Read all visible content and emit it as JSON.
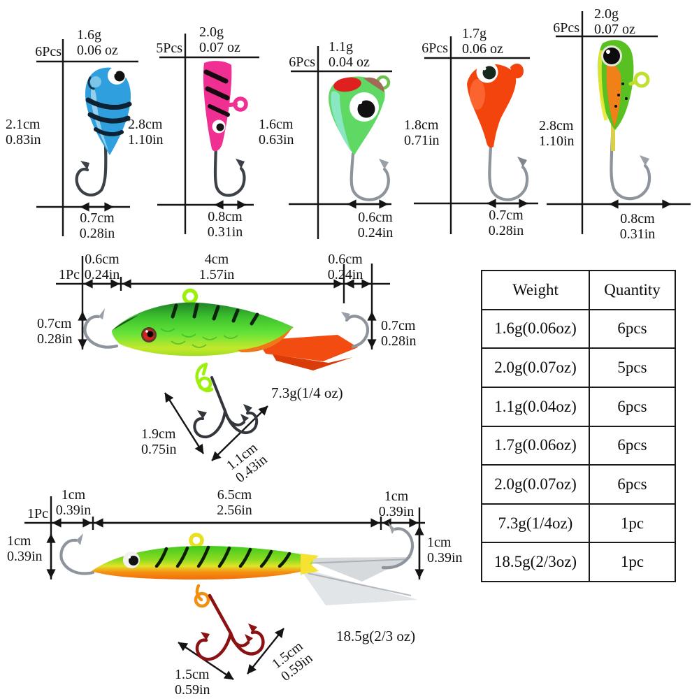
{
  "colors": {
    "line": "#141414",
    "jig1_body": "#2f9fdd",
    "jig2_body": "#ef2f91",
    "jig3_body": "#5fd963",
    "jig4_body": "#f4440e",
    "jig5_body": "#58c020",
    "tail_fin_orange": "#f34c10",
    "treble_red": "#8a1212"
  },
  "jigs": [
    {
      "pcs": "6Pcs",
      "weight_g": "1.6g",
      "weight_oz": "0.06 oz",
      "height_left_cm": "2.1cm",
      "height_left_in": "0.83in",
      "height_right_cm": "2.8cm",
      "height_right_in": "1.10in",
      "width_cm": "0.7cm",
      "width_in": "0.28in"
    },
    {
      "pcs": "5Pcs",
      "weight_g": "2.0g",
      "weight_oz": "0.07 oz",
      "height_right_cm": "1.6cm",
      "height_right_in": "0.63in",
      "width_cm": "0.8cm",
      "width_in": "0.31in"
    },
    {
      "pcs": "6Pcs",
      "weight_g": "1.1g",
      "weight_oz": "0.04 oz",
      "height_right_cm": "1.8cm",
      "height_right_in": "0.71in",
      "width_cm": "0.6cm",
      "width_in": "0.24in"
    },
    {
      "pcs": "6Pcs",
      "weight_g": "1.7g",
      "weight_oz": "0.06 oz",
      "height_right_cm": "2.8cm",
      "height_right_in": "1.10in",
      "width_cm": "0.7cm",
      "width_in": "0.28in"
    },
    {
      "pcs": "6Pcs",
      "weight_g": "2.0g",
      "weight_oz": "0.07 oz",
      "width_cm": "0.8cm",
      "width_in": "0.31in"
    }
  ],
  "middle_lure": {
    "pieces": "1Pc",
    "front_width_cm": "0.6cm",
    "front_width_in": "0.24in",
    "body_width_cm": "4cm",
    "body_width_in": "1.57in",
    "rear_width_cm": "0.6cm",
    "rear_width_in": "0.24in",
    "left_height_cm": "0.7cm",
    "left_height_in": "0.28in",
    "right_height_cm": "0.7cm",
    "right_height_in": "0.28in",
    "weight": "7.3g(1/4 oz)",
    "hook_length_cm": "1.9cm",
    "hook_length_in": "0.75in",
    "hook_width_cm": "1.1cm",
    "hook_width_in": "0.43in"
  },
  "bottom_lure": {
    "pieces": "1Pc",
    "front_width_cm": "1cm",
    "front_width_in": "0.39in",
    "body_width_cm": "6.5cm",
    "body_width_in": "2.56in",
    "rear_width_cm": "1cm",
    "rear_width_in": "0.39in",
    "left_height_cm": "1cm",
    "left_height_in": "0.39in",
    "right_height_cm": "1cm",
    "right_height_in": "0.39in",
    "weight": "18.5g(2/3 oz)",
    "hook_length_cm": "1.5cm",
    "hook_length_in": "0.59in",
    "hook_width_cm": "1.5cm",
    "hook_width_in": "0.59in"
  },
  "spec_table": {
    "headers": [
      "Weight",
      "Quantity"
    ],
    "rows": [
      [
        "1.6g(0.06oz)",
        "6pcs"
      ],
      [
        "2.0g(0.07oz)",
        "5pcs"
      ],
      [
        "1.1g(0.04oz)",
        "6pcs"
      ],
      [
        "1.7g(0.06oz)",
        "6pcs"
      ],
      [
        "2.0g(0.07oz)",
        "6pcs"
      ],
      [
        "7.3g(1/4oz)",
        "1pc"
      ],
      [
        "18.5g(2/3oz)",
        "1pc"
      ]
    ]
  }
}
